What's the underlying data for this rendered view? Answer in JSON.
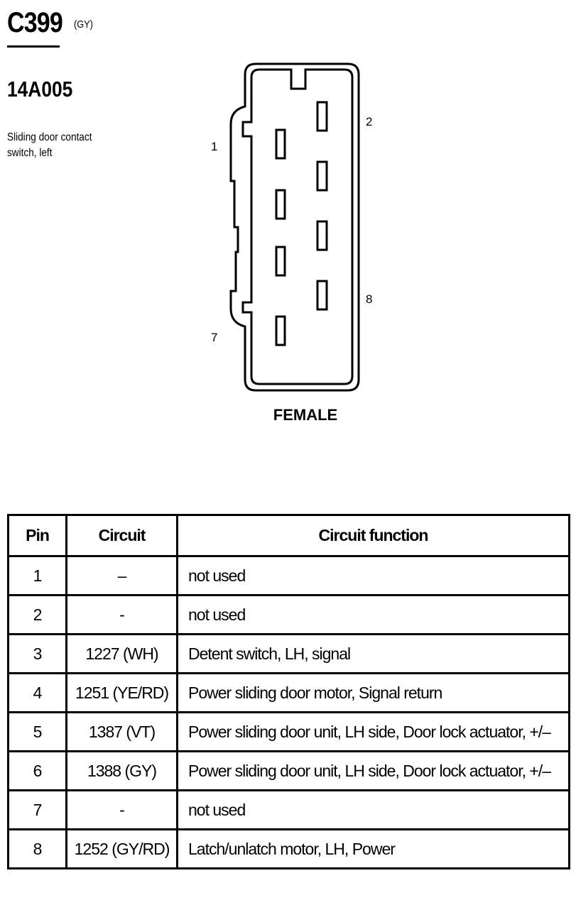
{
  "header": {
    "connector_id": "C399",
    "connector_color": "(GY)",
    "part_number": "14A005",
    "description_lines": [
      "Sliding door contact",
      "switch, left"
    ]
  },
  "diagram": {
    "pin_callouts": [
      "1",
      "2",
      "7",
      "8"
    ],
    "face_label": "FEMALE"
  },
  "table": {
    "headers": [
      "Pin",
      "Circuit",
      "Circuit function"
    ],
    "rows": [
      {
        "pin": "1",
        "circuit": "–",
        "function": "not used"
      },
      {
        "pin": "2",
        "circuit": "-",
        "function": "not used"
      },
      {
        "pin": "3",
        "circuit": "1227 (WH)",
        "function": "Detent switch, LH, signal"
      },
      {
        "pin": "4",
        "circuit": "1251 (YE/RD)",
        "function": "Power sliding door motor, Signal return"
      },
      {
        "pin": "5",
        "circuit": "1387 (VT)",
        "function": "Power sliding door unit, LH side, Door lock actuator, +/–"
      },
      {
        "pin": "6",
        "circuit": "1388 (GY)",
        "function": "Power sliding door unit, LH side, Door lock actuator, +/–"
      },
      {
        "pin": "7",
        "circuit": "-",
        "function": "not used"
      },
      {
        "pin": "8",
        "circuit": "1252 (GY/RD)",
        "function": "Latch/unlatch motor, LH, Power"
      }
    ]
  }
}
